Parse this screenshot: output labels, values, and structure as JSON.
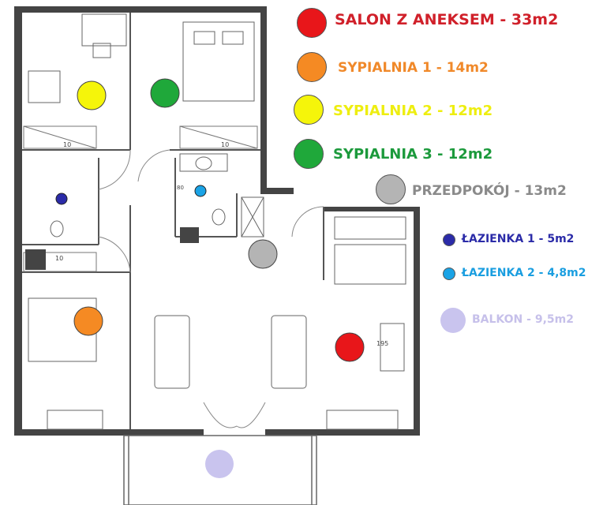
{
  "legend": [
    {
      "label": "SALON Z ANEKSEM - 33m2",
      "color": "#e8161a"
    },
    {
      "label": "SYPIALNIA 1 - 14m2",
      "color": "#f58a23"
    },
    {
      "label": "SYPIALNIA 2 - 12m2",
      "color": "#f5f50a"
    },
    {
      "label": "SYPIALNIA 3 - 12m2",
      "color": "#1fa83a"
    },
    {
      "label": "PRZEDPOKÓJ - 13m2",
      "color": "#b4b4b4"
    },
    {
      "label": "ŁAZIENKA 1 - 5m2",
      "color": "#2b2ba8"
    },
    {
      "label": "ŁAZIENKA 2 - 4,8m2",
      "color": "#1aa3e6"
    },
    {
      "label": "BALKON - 9,5m2",
      "color": "#c9c4ee"
    }
  ],
  "plan_labels": {
    "dim_a": "10",
    "dim_b": "10",
    "dim_c": "10",
    "dim_d": "80",
    "dim_e": "195"
  }
}
